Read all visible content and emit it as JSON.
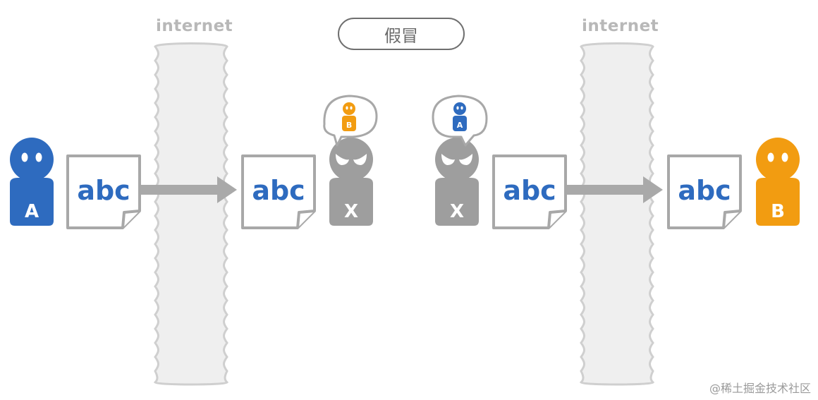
{
  "title": "假冒",
  "internet_label": "internet",
  "document_text": "abc",
  "watermark": "@稀土掘金技术社区",
  "people": {
    "sender": {
      "letter": "A",
      "color": "#2e6bbf"
    },
    "receiver": {
      "letter": "B",
      "color": "#f29c11"
    },
    "attacker": {
      "letter": "X",
      "color": "#9e9e9e"
    }
  },
  "colors": {
    "internet_fill": "#efefef",
    "internet_stroke": "#cfcfcf",
    "arrow": "#a9a9a9",
    "document_text": "#2e6bbf",
    "document_border": "#a8a8a8",
    "bubble_border": "#a8a8a8"
  }
}
